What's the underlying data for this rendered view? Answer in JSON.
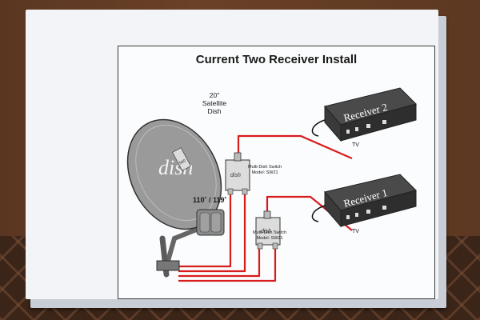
{
  "diagram": {
    "title": "Current Two Receiver Install",
    "dish": {
      "label_size": "20\"",
      "label_line2": "Satellite",
      "label_line3": "Dish",
      "brand": "dish",
      "brand_badge": "500",
      "lnb_label": "110˚ / 119˚"
    },
    "switches": [
      {
        "line1": "Multi-Dish Switch",
        "line2": "Model: SW21",
        "brand": "dish"
      },
      {
        "line1": "Multi-Dish Switch",
        "line2": "Model: SW21",
        "brand": "dish"
      }
    ],
    "receivers": [
      {
        "name": "Receiver 2",
        "port": "TV"
      },
      {
        "name": "Receiver 1",
        "port": "TV"
      }
    ],
    "colors": {
      "cable": "#d81b1b",
      "board": "#f2f4f7",
      "outline": "#3a3a3a"
    }
  }
}
